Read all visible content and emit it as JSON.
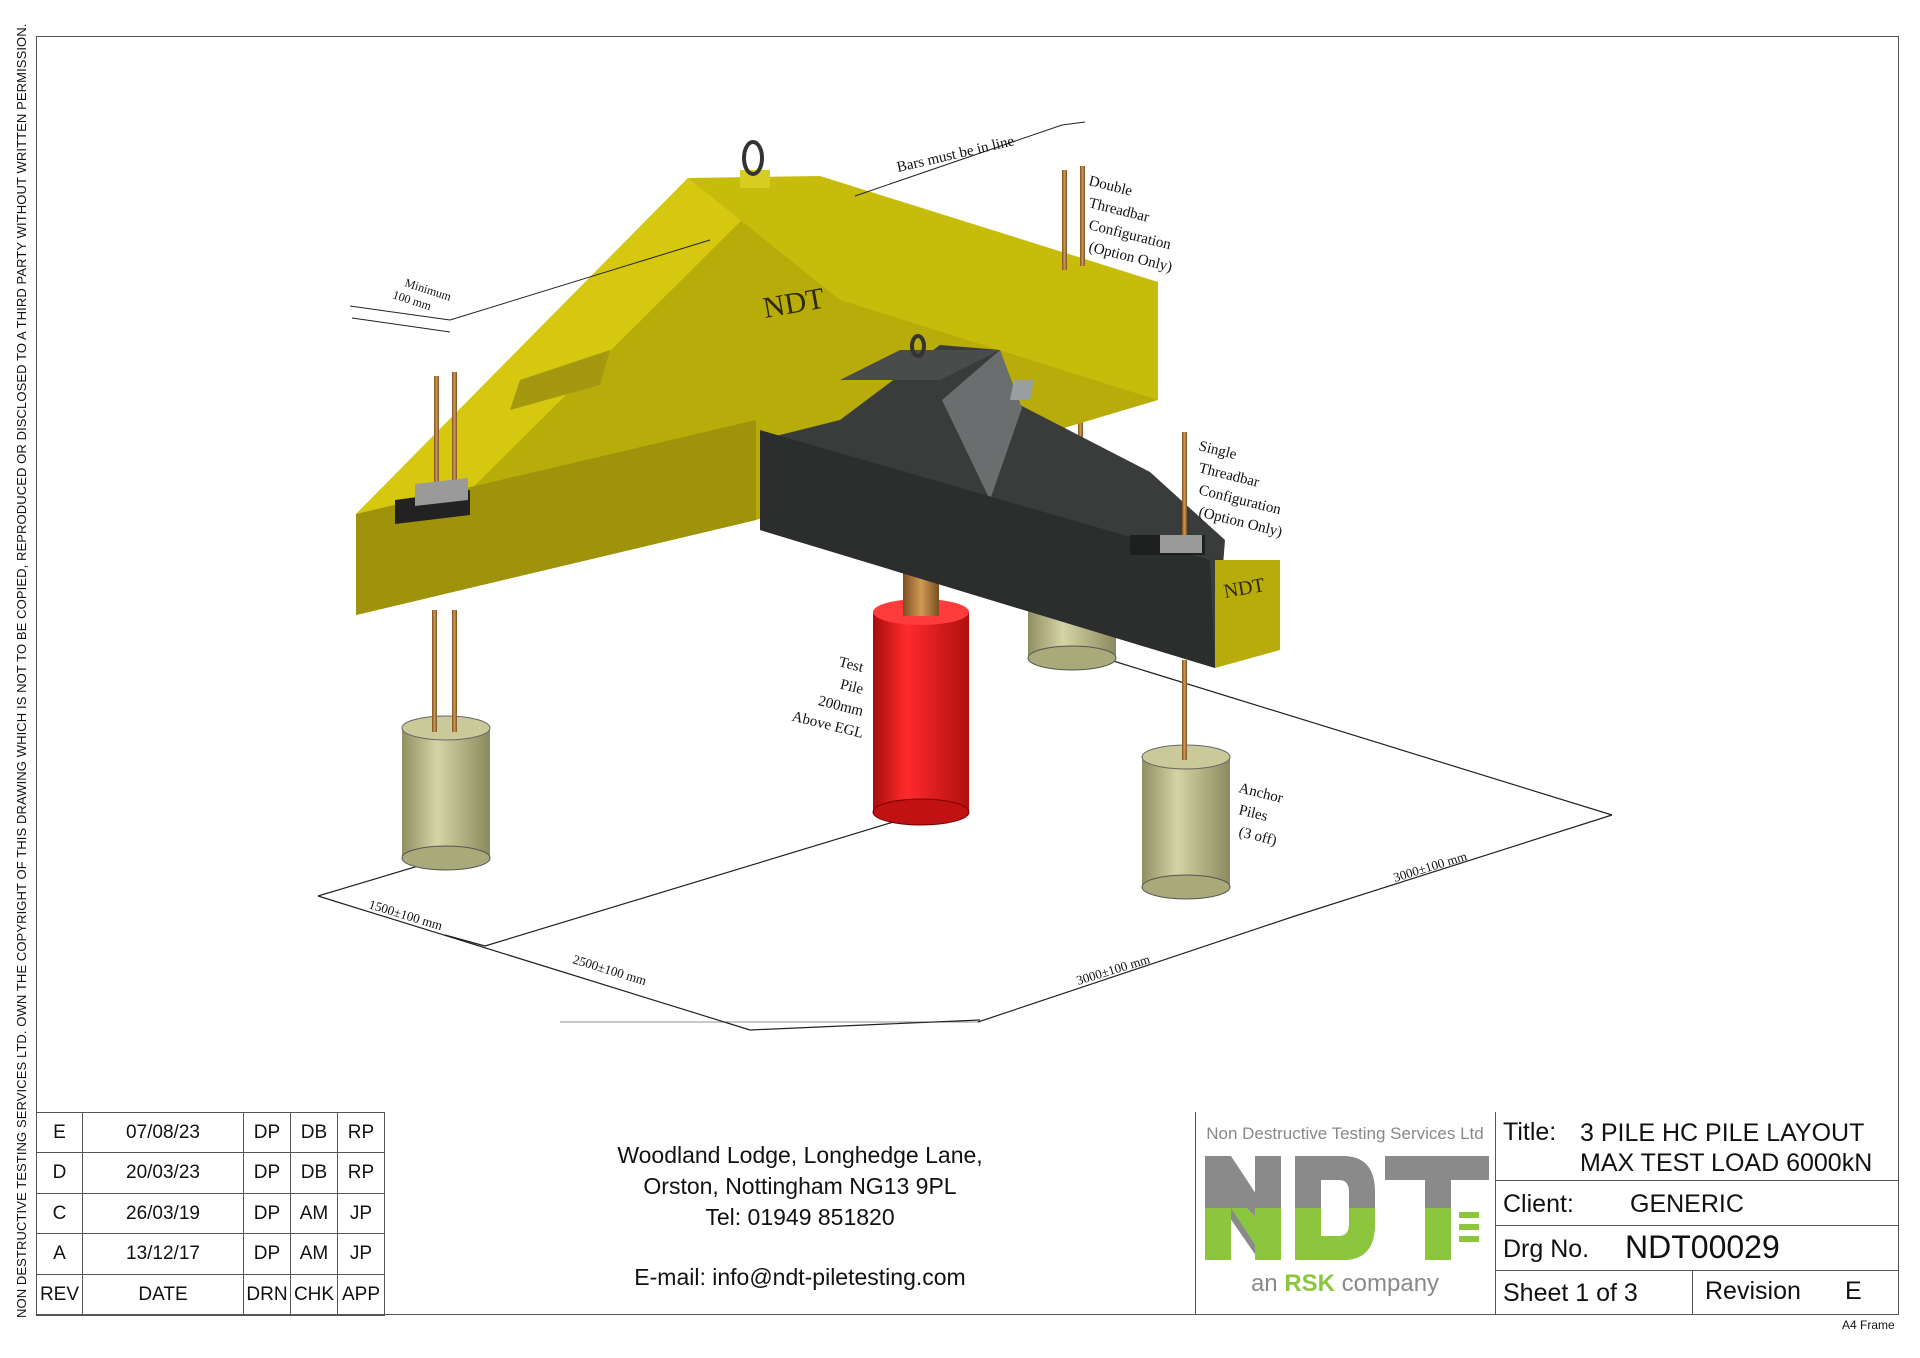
{
  "copyright_note": "NON DESTRUCTIVE TESTING SERVICES LTD.  OWN THE COPYRIGHT OF THIS DRAWING WHICH IS NOT TO BE COPIED, REPRODUCED OR DISCLOSED TO A THIRD PARTY WITHOUT WRITTEN PERMISSION.",
  "annotations": {
    "bars_in_line": "Bars must be in line",
    "double_threadbar": [
      "Double",
      "Threadbar",
      "Configuration",
      "(Option Only)"
    ],
    "single_threadbar": [
      "Single",
      "Threadbar",
      "Configuration",
      "(Option Only)"
    ],
    "test_pile": [
      "Test",
      "Pile",
      "200mm",
      "Above EGL"
    ],
    "anchor_piles": [
      "Anchor",
      "Piles",
      "(3 off)"
    ],
    "spacing_100": [
      "100 mm",
      "Minimum"
    ],
    "beam_logo": "NDT",
    "crossbeam_logo": "NDT"
  },
  "dimensions": {
    "d1500": "1500±100 mm",
    "d2500": "2500±100 mm",
    "d3000_bottom": "3000±100 mm",
    "d3000_right": "3000±100 mm"
  },
  "revisions": [
    {
      "rev": "E",
      "date": "07/08/23",
      "drn": "DP",
      "chk": "DB",
      "app": "RP"
    },
    {
      "rev": "D",
      "date": "20/03/23",
      "drn": "DP",
      "chk": "DB",
      "app": "RP"
    },
    {
      "rev": "C",
      "date": "26/03/19",
      "drn": "DP",
      "chk": "AM",
      "app": "JP"
    },
    {
      "rev": "A",
      "date": "13/12/17",
      "drn": "DP",
      "chk": "AM",
      "app": "JP"
    }
  ],
  "revision_headers": {
    "rev": "REV",
    "date": "DATE",
    "drn": "DRN",
    "chk": "CHK",
    "app": "APP"
  },
  "address": {
    "line1": "Woodland Lodge, Longhedge Lane,",
    "line2": "Orston, Nottingham NG13 9PL",
    "tel": "Tel:  01949 851820",
    "email": "E-mail: info@ndt-piletesting.com"
  },
  "logo": {
    "company": "Non Destructive Testing Services Ltd",
    "mark": "NDT",
    "tagline_pre": "an ",
    "tagline_brand": "RSK",
    "tagline_post": " company",
    "colors": {
      "grey": "#8a8a8a",
      "green": "#8cc63f"
    }
  },
  "title_block": {
    "title_label": "Title:",
    "title_line1": "3 PILE HC PILE LAYOUT",
    "title_line2": "MAX TEST LOAD 6000kN",
    "client_label": "Client:",
    "client": "GENERIC",
    "drg_label": "Drg No.",
    "drg_no": "NDT00029",
    "sheet": "Sheet 1 of 3",
    "revision_label": "Revision",
    "revision": "E"
  },
  "frame_label": "A4 Frame",
  "colors": {
    "beam_yellow": "#b5a90a",
    "beam_dark": "#3c3d3d",
    "test_pile_red": "#e01b1b",
    "anchor_pile": "#b9b98a",
    "threadbar": "#b07a3e"
  }
}
